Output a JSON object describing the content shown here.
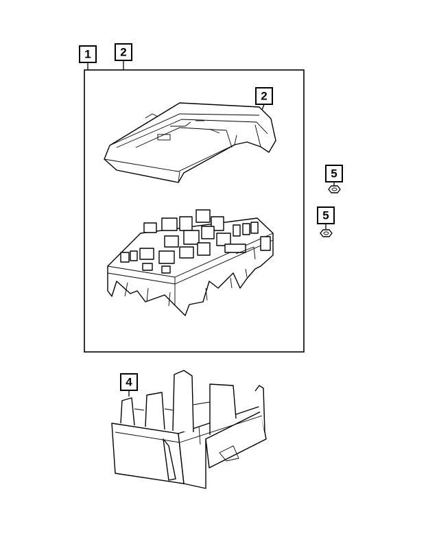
{
  "callouts": {
    "c1": "1",
    "c2_top": "2",
    "c2_cover": "2",
    "c5_upper": "5",
    "c5_lower": "5",
    "c4": "4"
  },
  "colors": {
    "line": "#000000",
    "background": "#ffffff"
  }
}
